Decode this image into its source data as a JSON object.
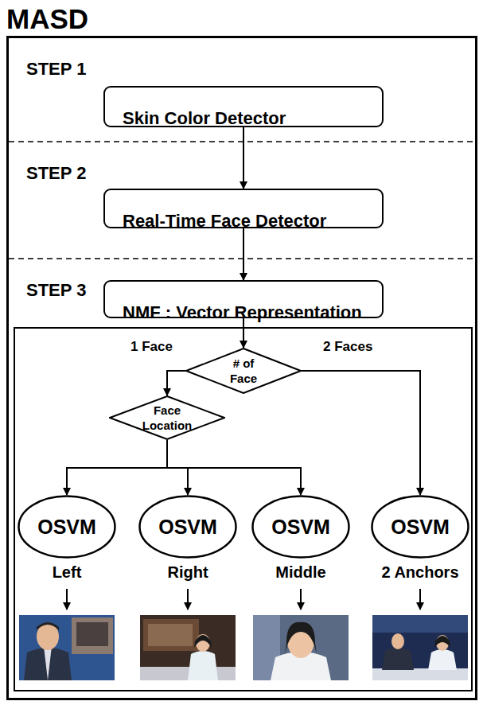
{
  "diagram": {
    "title": "MASD",
    "nodes": [
      {
        "text": [
          "STEP 1"
        ]
      },
      {
        "text": [
          "Skin Color Detector"
        ],
        "in": 0
      },
      {
        "text": [
          "STEP 2"
        ]
      },
      {
        "text": [
          "Real-Time Face Detector"
        ],
        "in": 2
      },
      {
        "text": [
          "STEP 3"
        ]
      },
      {
        "text": [
          "NMF : Vector Representation"
        ],
        "in": 4
      },
      {
        "text": [
          "# of Face"
        ],
        "in": 4
      },
      {
        "text": [
          "Face Location"
        ],
        "in": 4
      },
      {
        "text": [
          "OSVM",
          "Left"
        ],
        "in": 4
      },
      {
        "text": [
          "OSVM",
          "Right"
        ],
        "in": 4
      },
      {
        "text": [
          "OSVM",
          "Middle"
        ],
        "in": 4
      },
      {
        "text": [
          "OSVM",
          "2 Anchors"
        ],
        "in": 4
      }
    ],
    "edges": [
      {
        "from": 1,
        "to": 3,
        "arrow": "to"
      },
      {
        "from": 3,
        "to": 5,
        "arrow": "to"
      },
      {
        "from": 5,
        "to": 6,
        "arrow": "to"
      },
      {
        "from": 6,
        "to": 7,
        "label": "1 Face",
        "arrow": "to"
      },
      {
        "from": 6,
        "to": 11,
        "label": "2 Faces",
        "arrow": "to"
      },
      {
        "from": 7,
        "to": 8,
        "arrow": "to"
      },
      {
        "from": 7,
        "to": 9,
        "arrow": "to"
      },
      {
        "from": 7,
        "to": 10,
        "arrow": "to"
      }
    ]
  }
}
